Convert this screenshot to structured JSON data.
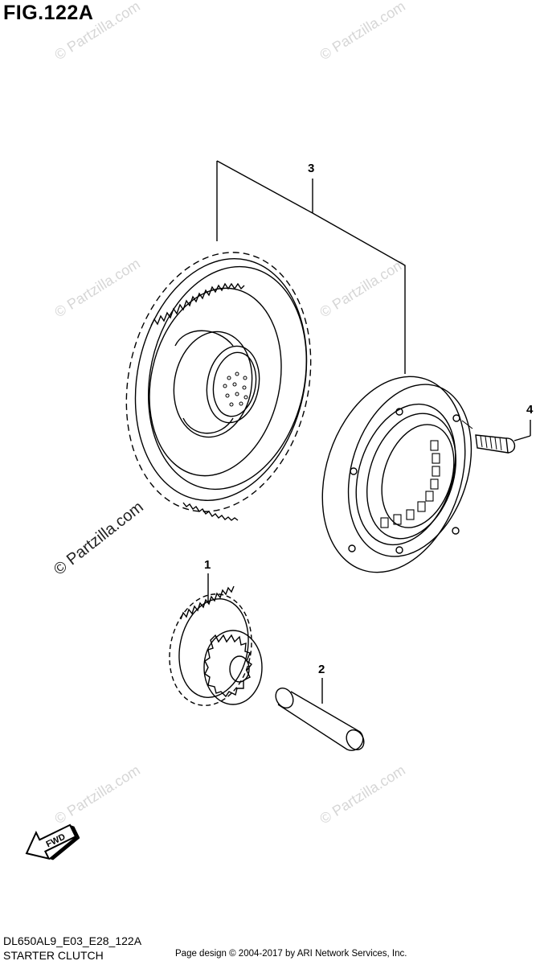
{
  "figure": {
    "title": "FIG.122A"
  },
  "callouts": {
    "c1": "1",
    "c2": "2",
    "c3": "3",
    "c4": "4"
  },
  "fwd_label": "FWD",
  "footer": {
    "model_code": "DL650AL9_E03_E28_122A",
    "section_name": "STARTER CLUTCH",
    "copyright": "Page design © 2004-2017 by ARI Network Services, Inc."
  },
  "watermark_text": "© Partzilla.com"
}
